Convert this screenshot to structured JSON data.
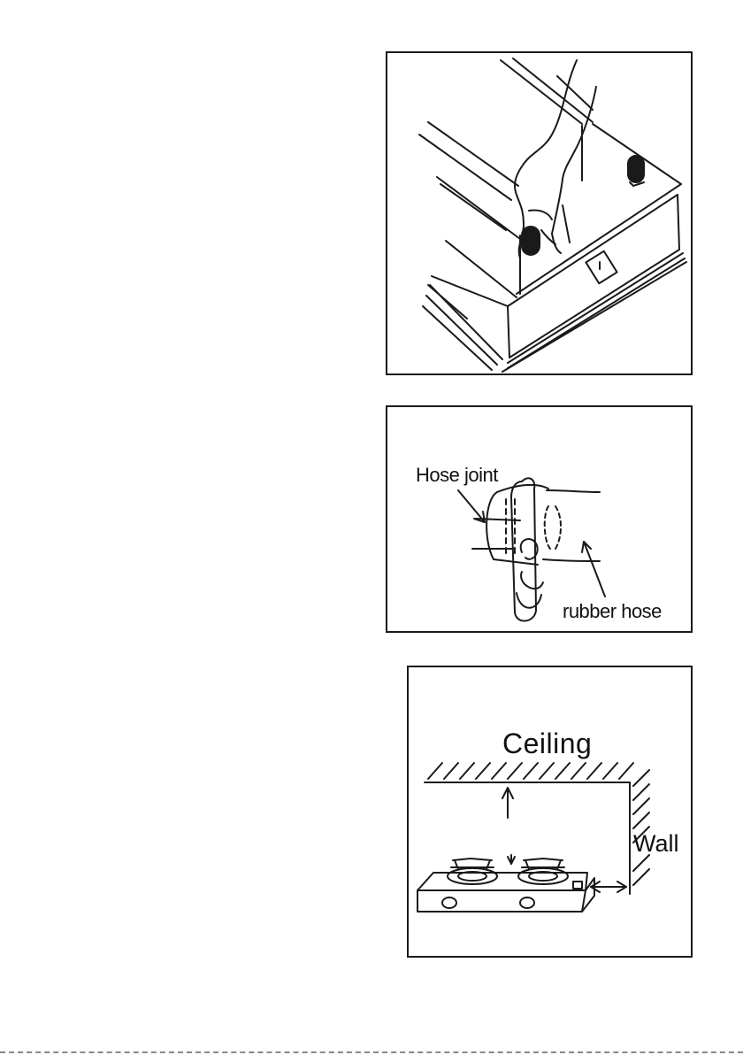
{
  "figures": [
    {
      "id": "hand-leg-insert"
    },
    {
      "id": "hose-connection",
      "labels": {
        "hose_joint": "Hose joint",
        "rubber_hose": "rubber hose"
      }
    },
    {
      "id": "clearance",
      "labels": {
        "ceiling": "Ceiling",
        "wall": "Wall"
      }
    }
  ]
}
